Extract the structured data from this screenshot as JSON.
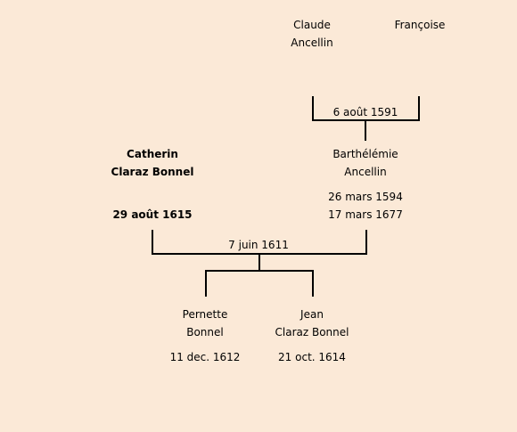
{
  "grandfather": {
    "first": "Claude",
    "last": "Ancellin"
  },
  "grandmother": {
    "first": "Françoise"
  },
  "grandparents_marriage": "6 août 1591",
  "husband": {
    "first": "Catherin",
    "last": "Claraz Bonnel",
    "death": "29 août 1615"
  },
  "wife": {
    "first": "Barthélémie",
    "last": "Ancellin",
    "birth": "26 mars 1594",
    "death": "17 mars 1677"
  },
  "parents_marriage": "7 juin 1611",
  "children": [
    {
      "first": "Pernette",
      "last": "Bonnel",
      "birth": "11 dec. 1612"
    },
    {
      "first": "Jean",
      "last": "Claraz Bonnel",
      "birth": "21 oct. 1614"
    }
  ]
}
